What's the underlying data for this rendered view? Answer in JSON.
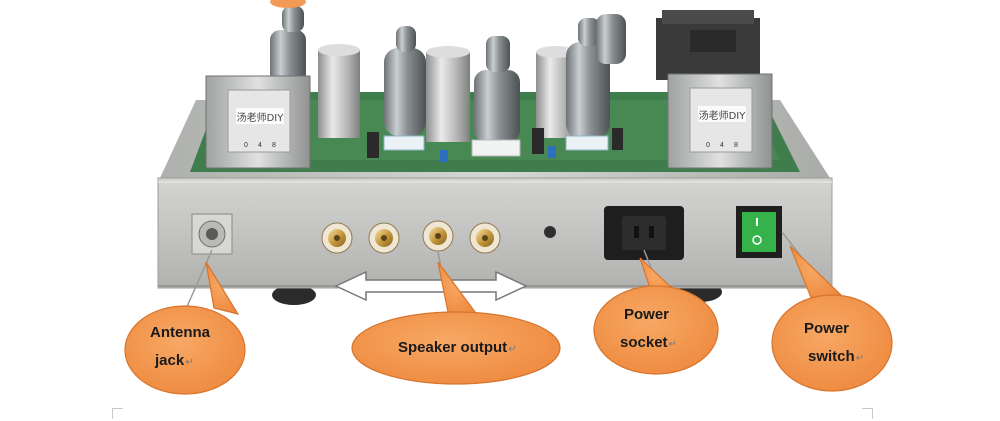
{
  "image": {
    "subject": "tube-amplifier-rear-panel-photo",
    "transformer_label_text": "汤老师DIY",
    "transformer_tap_numbers": [
      "0",
      "4",
      "8"
    ]
  },
  "callouts": {
    "antenna": {
      "line1": "Antenna",
      "line2": "jack",
      "mark": "↵"
    },
    "speaker": {
      "text": "Speaker output",
      "mark": "↵"
    },
    "socket": {
      "line1": "Power",
      "line2": "socket",
      "mark": "↵"
    },
    "switch": {
      "line1": "Power",
      "line2": "switch",
      "mark": "↵"
    }
  },
  "colors": {
    "callout_fill": "#f39a56",
    "callout_edge": "#d8742c",
    "steel": "#c9c9c7",
    "pcb": "#3c7d4a",
    "switch_green": "#35b24a"
  }
}
